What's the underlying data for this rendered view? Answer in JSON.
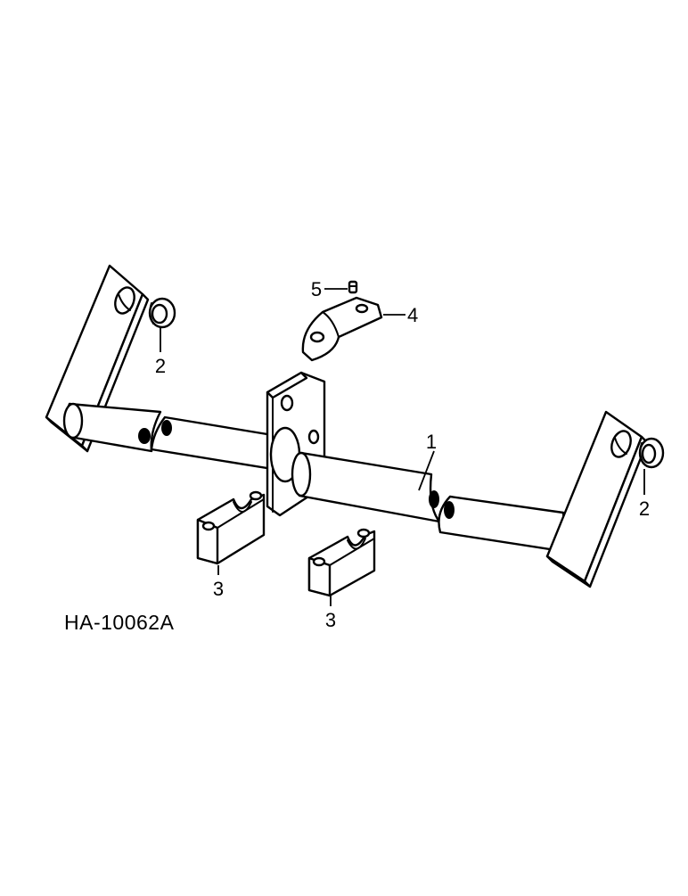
{
  "drawing": {
    "code": "HA-10062A",
    "callouts": [
      {
        "id": "c1",
        "label": "1"
      },
      {
        "id": "c2a",
        "label": "2"
      },
      {
        "id": "c2b",
        "label": "2"
      },
      {
        "id": "c3a",
        "label": "3"
      },
      {
        "id": "c3b",
        "label": "3"
      },
      {
        "id": "c4",
        "label": "4"
      },
      {
        "id": "c5",
        "label": "5"
      }
    ]
  }
}
